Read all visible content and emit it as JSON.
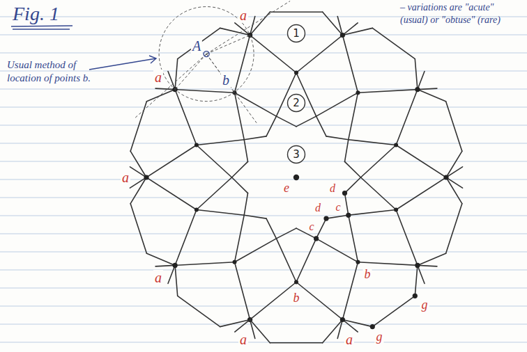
{
  "diagram": {
    "title": "Fig. 1",
    "nodes": [
      {
        "text": [
          "1"
        ]
      },
      {
        "text": [
          "2"
        ]
      },
      {
        "text": [
          "3"
        ]
      }
    ],
    "labels": [
      "A",
      "Usual method of location of points b.",
      "– variations are \"acute\" (usual) or \"obtuse\" (rare)",
      "a",
      "b",
      "a",
      "a",
      "e",
      "d",
      "d",
      "c",
      "c",
      "b",
      "g",
      "a",
      "b",
      "g",
      "a",
      "a"
    ]
  }
}
